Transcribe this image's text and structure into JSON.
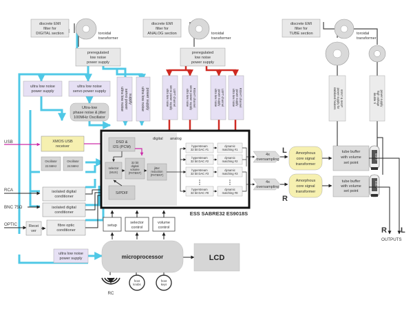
{
  "diagram": {
    "emi": {
      "digital": [
        "discrete EMI",
        "filter for",
        "DIGITAL section"
      ],
      "analog": [
        "discrete EMI",
        "filter for",
        "ANALOG section"
      ],
      "tube": [
        "discrete EMI",
        "filter for",
        "TUBE section"
      ]
    },
    "toroidal": [
      "toroidal",
      "transformer"
    ],
    "preregulated": [
      "preregulated",
      "low noise",
      "power supply"
    ],
    "ps_ultra_low_noise": [
      "ultra low noise",
      "power supply"
    ],
    "ps_ultra_low_noise_servo": [
      "ultra low noise",
      "servo power supply"
    ],
    "ps_servo_vertical": [
      "ultra low noise",
      "servo power",
      "supply"
    ],
    "ps_ultra_vertical": [
      "ultra low noise",
      "power supply"
    ],
    "oscillator100": [
      "Ultra-low",
      "phase noise & jitter",
      "100MHz Oscillator"
    ],
    "analog_ps": [
      [
        "ultra low noise",
        "servo power supply",
        "LEFT channel"
      ],
      [
        "ultra low noise",
        "servo power supply",
        "RIGHT channel"
      ],
      [
        "ultra low noise",
        "power supply",
        "LEFT channel"
      ],
      [
        "ultra low noise",
        "power supply",
        "RIGHT channel"
      ]
    ],
    "heaters_ps": [
      "stabilized heaters",
      "power supply for",
      "6SN7 & 6H1P"
    ],
    "hv_ps": [
      "double π",
      "high voltage",
      "power supply"
    ],
    "usb": "USB",
    "xmos": [
      "XMOS USB",
      "receiver"
    ],
    "osc22": [
      "Oscillator",
      "22.5MHz"
    ],
    "osc24": [
      "Oscillator",
      "24.5MHz"
    ],
    "rca": "RCA",
    "bnc": "BNC 75Ω",
    "optic": "OPTIC",
    "iso1": [
      "isolated digital",
      "conditioner"
    ],
    "iso2": [
      "isolated digital",
      "conditioner"
    ],
    "fibre": [
      "fibre optic",
      "conditioner"
    ],
    "receiver": [
      "Recei",
      "ver"
    ],
    "dac": {
      "digital": "digital",
      "analog": "analog",
      "dsd": [
        "DSD &",
        "I2S (PCM)"
      ],
      "selector": [
        "selector",
        "(MUX)"
      ],
      "volume32": [
        "32 bit",
        "digital",
        "volume",
        "(PATENT)"
      ],
      "jitter": [
        "jitter",
        "reduction",
        "(PATENT)"
      ],
      "spdif": "S/PDIF",
      "hyperstream": [
        [
          "hyperstream",
          "32 bit DAC #1"
        ],
        [
          "hyperstream",
          "32 bit DAC #2"
        ],
        [
          "hyperstream",
          "32 bit DAC #3"
        ],
        [
          "hyperstream",
          "32 bit DAC #8"
        ]
      ],
      "dynamic": [
        [
          "dynamic",
          "matching #1"
        ],
        [
          "dynamic",
          "matching #2"
        ],
        [
          "dynamic",
          "matching #3"
        ],
        [
          "dynamic",
          "matching #8"
        ]
      ],
      "chip": "ESS SABRE32 ES9018S"
    },
    "oversampling": [
      [
        "4x",
        "oversampling"
      ],
      [
        "4x",
        "oversampling"
      ]
    ],
    "amorphous": [
      [
        "Amorphous",
        "core signal",
        "transformer"
      ],
      [
        "Amorphous",
        "core signal",
        "transformer"
      ]
    ],
    "channel_l": "L",
    "channel_r": "R",
    "tube_buffer": [
      [
        "tube buffer",
        "with volume",
        "set point"
      ],
      [
        "tube buffer",
        "with volume",
        "set point"
      ]
    ],
    "tube_label": "6SN7",
    "controls": {
      "setup": "setup",
      "selector": [
        "selector",
        "control"
      ],
      "volume": [
        "volume",
        "control"
      ]
    },
    "micro_ps": [
      "ultra low noise",
      "power supply"
    ],
    "microprocessor": "microprocessor",
    "lcd": "LCD",
    "rc": "RC",
    "front_knobs": [
      "front",
      "knobs"
    ],
    "front_keys": [
      "front",
      "keys"
    ],
    "outputs": "OUTPUTS",
    "out_r": "R",
    "out_l": "L",
    "colors": {
      "cyan": "#4fc8e6",
      "red": "#cf2a22",
      "magenta": "#cc2aa8",
      "lavender": "#e6e0f4",
      "yellow": "#f6f0b0",
      "grey": "#d6d6d6",
      "chip_bg": "#e6e6e6"
    }
  }
}
